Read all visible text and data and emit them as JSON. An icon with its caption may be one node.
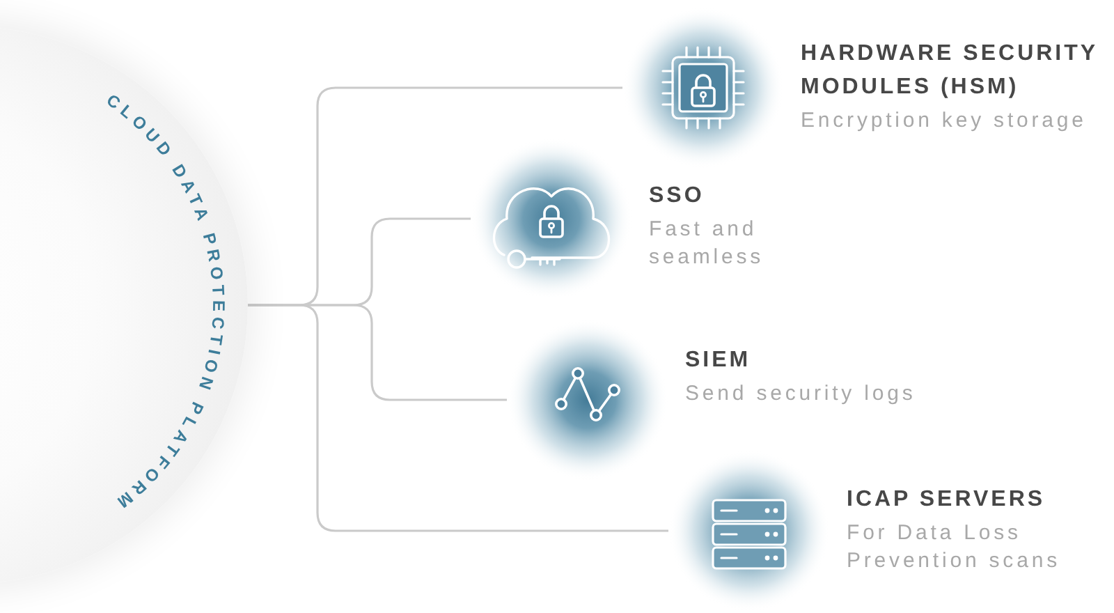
{
  "diagram": {
    "nodes": [
      {
        "text": [
          "CLOUD DATA PROTECTION PLATFORM"
        ]
      },
      {
        "text": [
          "HARDWARE SECURITY MODULES (HSM)",
          "Encryption key storage"
        ]
      },
      {
        "text": [
          "SSO",
          "Fast and seamless"
        ]
      },
      {
        "text": [
          "SIEM",
          "Send security logs"
        ]
      },
      {
        "text": [
          "ICAP SERVERS",
          "For Data Loss Prevention scans"
        ]
      }
    ],
    "edges": [
      {
        "from": 0,
        "to": 1,
        "arrow": "none"
      },
      {
        "from": 0,
        "to": 2,
        "arrow": "none"
      },
      {
        "from": 0,
        "to": 3,
        "arrow": "none"
      },
      {
        "from": 0,
        "to": 4,
        "arrow": "none"
      }
    ]
  }
}
